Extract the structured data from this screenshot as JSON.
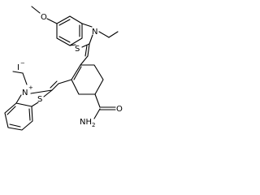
{
  "molecule": {
    "atoms": {
      "oxygen_methoxy": "O",
      "nitrogen_top": "N",
      "sulfur_top": "S",
      "iodide": "I",
      "iodide_charge": "−",
      "nitrogen_bottom": "N",
      "nitrogen_bottom_charge": "+",
      "sulfur_bottom": "S",
      "oxygen_amide": "O",
      "amide_group": "NH",
      "amide_subscript": "2"
    }
  }
}
